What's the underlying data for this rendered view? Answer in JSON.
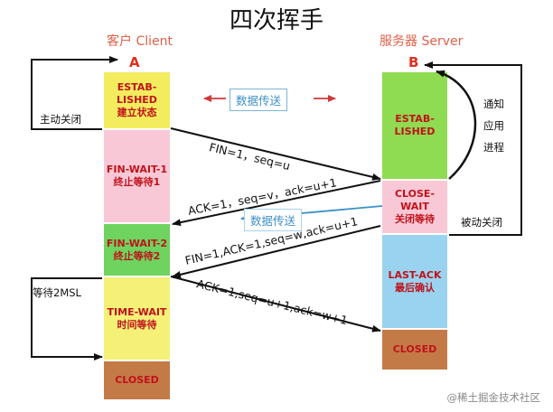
{
  "title": "四次挥手",
  "client": {
    "label": "客户 Client",
    "letter": "A"
  },
  "server": {
    "label": "服务器 Server",
    "letter": "B"
  },
  "client_states": [
    {
      "l1": "ESTAB-",
      "l2": "LISHED",
      "l3": "建立状态",
      "color": "#f2ec5e"
    },
    {
      "l1": "FIN-WAIT-1",
      "l2": "终止等待1",
      "color": "#f9c8d6"
    },
    {
      "l1": "FIN-WAIT-2",
      "l2": "终止等待2",
      "color": "#6fd35f"
    },
    {
      "l1": "TIME-WAIT",
      "l2": "时间等待",
      "color": "#f4f078"
    },
    {
      "l1": "CLOSED",
      "color": "#c47a47"
    }
  ],
  "server_states": [
    {
      "l1": "ESTAB-",
      "l2": "LISHED",
      "color": "#8fdb51"
    },
    {
      "l1": "CLOSE-WAIT",
      "l2": "关闭等待",
      "color": "#f9c8d6"
    },
    {
      "l1": "LAST-ACK",
      "l2": "最后确认",
      "color": "#9ad3ef"
    },
    {
      "l1": "CLOSED",
      "color": "#c47a47"
    }
  ],
  "messages": [
    {
      "label": "FIN=1，seq=u"
    },
    {
      "label": "ACK=1，seq=v，ack=u+1"
    },
    {
      "label": "FIN=1,ACK=1,seq=w,ack=u+1"
    },
    {
      "label": "ACK=1,seq=u+1,ack=w+1"
    }
  ],
  "notes": {
    "active_close": "主动关闭",
    "passive_close": "被动关闭",
    "notify_app_1": "通知",
    "notify_app_2": "应用",
    "notify_app_3": "进程",
    "wait_2msl": "等待2MSL"
  },
  "bubbles": {
    "data_top": "数据传送",
    "data_mid": "数据传送"
  },
  "watermark": "@稀土掘金技术社区",
  "colors": {
    "arrow": "#111111",
    "bubble_border": "#7ab6d8",
    "state_text": "#c0121a",
    "side_label": "#e0604a"
  }
}
